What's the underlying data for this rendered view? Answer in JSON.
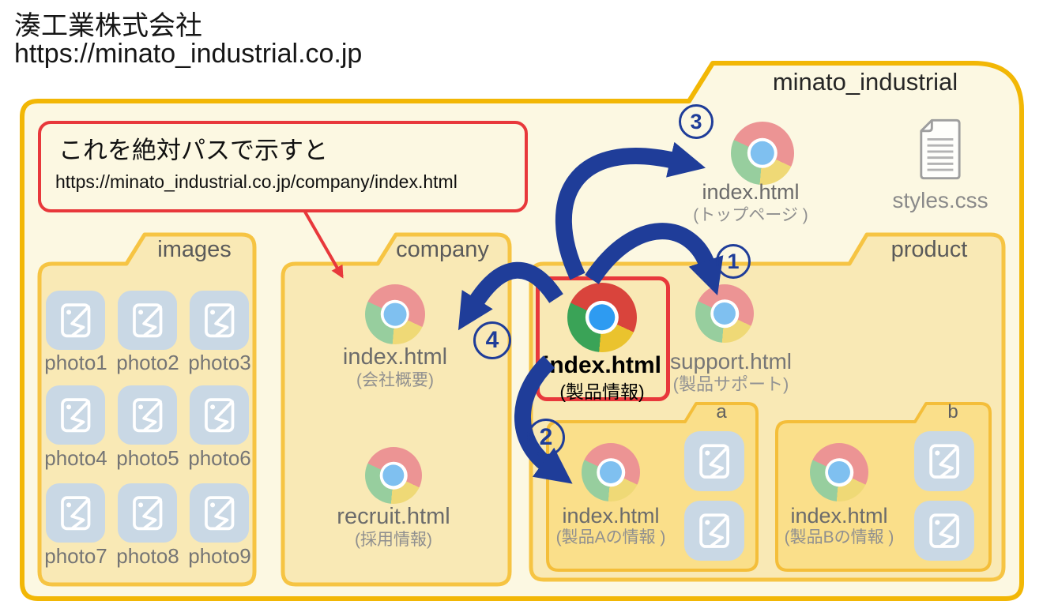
{
  "page": {
    "company_name": "湊工業株式会社",
    "site_url": "https://minato_industrial.co.jp"
  },
  "root_folder": {
    "label": "minato_industrial",
    "top_page": {
      "name": "index.html",
      "caption": "(トップページ )"
    },
    "stylesheet": {
      "name": "styles.css"
    }
  },
  "callout": {
    "title": "これを絶対パスで示すと",
    "absolute_path": "https://minato_industrial.co.jp/company/index.html"
  },
  "folders": {
    "images": {
      "label": "images",
      "photos": [
        "photo1",
        "photo2",
        "photo3",
        "photo4",
        "photo5",
        "photo6",
        "photo7",
        "photo8",
        "photo9"
      ]
    },
    "company": {
      "label": "company",
      "index": {
        "name": "index.html",
        "caption": "(会社概要)"
      },
      "recruit": {
        "name": "recruit.html",
        "caption": "(採用情報)"
      }
    },
    "product": {
      "label": "product",
      "index": {
        "name": "index.html",
        "caption": "(製品情報)"
      },
      "support": {
        "name": "support.html",
        "caption": "(製品サポート)"
      },
      "folder_a": {
        "label": "a",
        "index": {
          "name": "index.html",
          "caption": "(製品Aの情報 )"
        }
      },
      "folder_b": {
        "label": "b",
        "index": {
          "name": "index.html",
          "caption": "(製品Bの情報 )"
        }
      }
    }
  },
  "link_numbers": {
    "n1": "1",
    "n2": "2",
    "n3": "3",
    "n4": "4"
  },
  "colors": {
    "root_folder_border": "#f2b705",
    "root_folder_fill": "#fcf8e2",
    "inner_folder_border": "#f6c443",
    "inner_folder_fill": "#f9e9b5",
    "subfolder_fill": "#fadf8a",
    "arrow_blue": "#1f3d99",
    "highlight_red": "#e8383b",
    "photo_tile": "#c9d8e5"
  }
}
